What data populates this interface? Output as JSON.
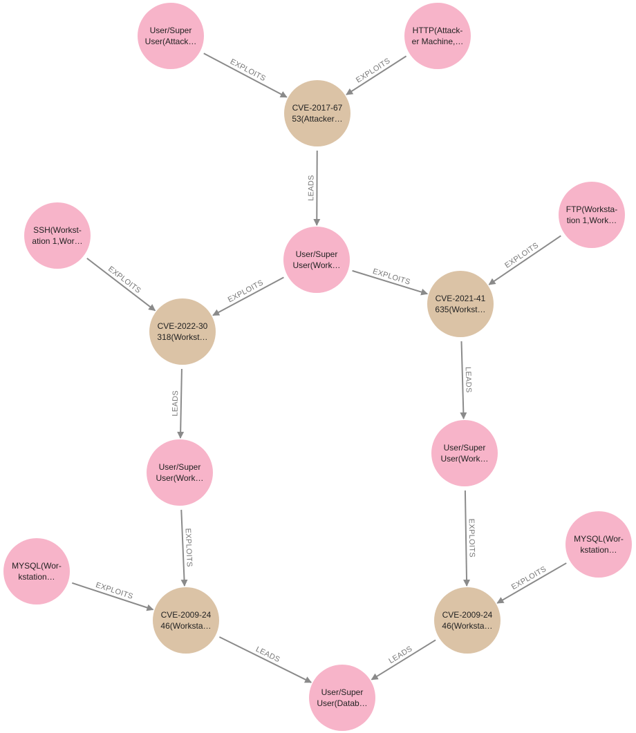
{
  "colors": {
    "asset_node": "#f7b4c9",
    "vuln_node": "#dbc3a6",
    "edge": "#8a8a8a",
    "edge_label": "#777777",
    "node_text": "#222222"
  },
  "nodes": [
    {
      "id": "n1",
      "kind": "asset",
      "lines": [
        "User/Super",
        "User(Attack…"
      ]
    },
    {
      "id": "n2",
      "kind": "asset",
      "lines": [
        "HTTP(Attack-",
        "er Machine,…"
      ]
    },
    {
      "id": "n3",
      "kind": "vuln",
      "lines": [
        "CVE-2017-67",
        "53(Attacker…"
      ]
    },
    {
      "id": "n4",
      "kind": "asset",
      "lines": [
        "User/Super",
        "User(Work…"
      ]
    },
    {
      "id": "n5",
      "kind": "asset",
      "lines": [
        "SSH(Workst-",
        "ation 1,Wor…"
      ]
    },
    {
      "id": "n6",
      "kind": "asset",
      "lines": [
        "FTP(Worksta-",
        "tion 1,Work…"
      ]
    },
    {
      "id": "n7",
      "kind": "vuln",
      "lines": [
        "CVE-2022-30",
        "318(Workst…"
      ]
    },
    {
      "id": "n8",
      "kind": "vuln",
      "lines": [
        "CVE-2021-41",
        "635(Workst…"
      ]
    },
    {
      "id": "n9",
      "kind": "asset",
      "lines": [
        "User/Super",
        "User(Work…"
      ]
    },
    {
      "id": "n10",
      "kind": "asset",
      "lines": [
        "User/Super",
        "User(Work…"
      ]
    },
    {
      "id": "n11",
      "kind": "asset",
      "lines": [
        "MYSQL(Wor-",
        "kstation…"
      ]
    },
    {
      "id": "n12",
      "kind": "asset",
      "lines": [
        "MYSQL(Wor-",
        "kstation…"
      ]
    },
    {
      "id": "n13",
      "kind": "vuln",
      "lines": [
        "CVE-2009-24",
        "46(Worksta…"
      ]
    },
    {
      "id": "n14",
      "kind": "vuln",
      "lines": [
        "CVE-2009-24",
        "46(Worksta…"
      ]
    },
    {
      "id": "n15",
      "kind": "asset",
      "lines": [
        "User/Super",
        "User(Datab…"
      ]
    }
  ],
  "edges": [
    {
      "from": "n1",
      "to": "n3",
      "label": "EXPLOITS"
    },
    {
      "from": "n2",
      "to": "n3",
      "label": "EXPLOITS"
    },
    {
      "from": "n3",
      "to": "n4",
      "label": "LEADS"
    },
    {
      "from": "n4",
      "to": "n7",
      "label": "EXPLOITS"
    },
    {
      "from": "n5",
      "to": "n7",
      "label": "EXPLOITS"
    },
    {
      "from": "n4",
      "to": "n8",
      "label": "EXPLOITS"
    },
    {
      "from": "n6",
      "to": "n8",
      "label": "EXPLOITS"
    },
    {
      "from": "n7",
      "to": "n9",
      "label": "LEADS"
    },
    {
      "from": "n8",
      "to": "n10",
      "label": "LEADS"
    },
    {
      "from": "n9",
      "to": "n13",
      "label": "EXPLOITS"
    },
    {
      "from": "n11",
      "to": "n13",
      "label": "EXPLOITS"
    },
    {
      "from": "n10",
      "to": "n14",
      "label": "EXPLOITS"
    },
    {
      "from": "n12",
      "to": "n14",
      "label": "EXPLOITS"
    },
    {
      "from": "n13",
      "to": "n15",
      "label": "LEADS"
    },
    {
      "from": "n14",
      "to": "n15",
      "label": "LEADS"
    }
  ]
}
